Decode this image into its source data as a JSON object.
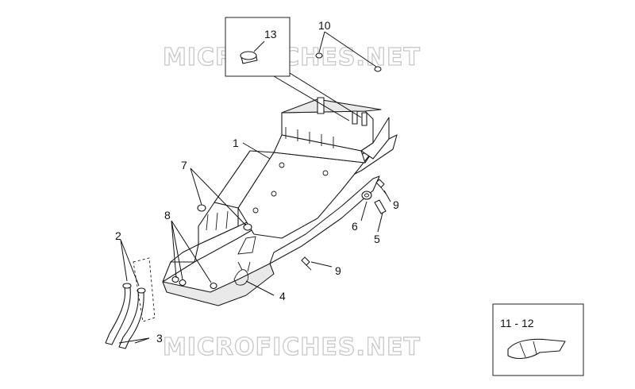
{
  "watermarks": [
    "MICROFICHES.NET",
    "MICROFICHES.NET"
  ],
  "callouts": {
    "c1": "1",
    "c2": "2",
    "c3": "3",
    "c4": "4",
    "c5": "5",
    "c6": "6",
    "c7": "7",
    "c8": "8",
    "c9a": "9",
    "c9b": "9",
    "c10": "10",
    "c13": "13",
    "c11_12": "11 - 12"
  }
}
